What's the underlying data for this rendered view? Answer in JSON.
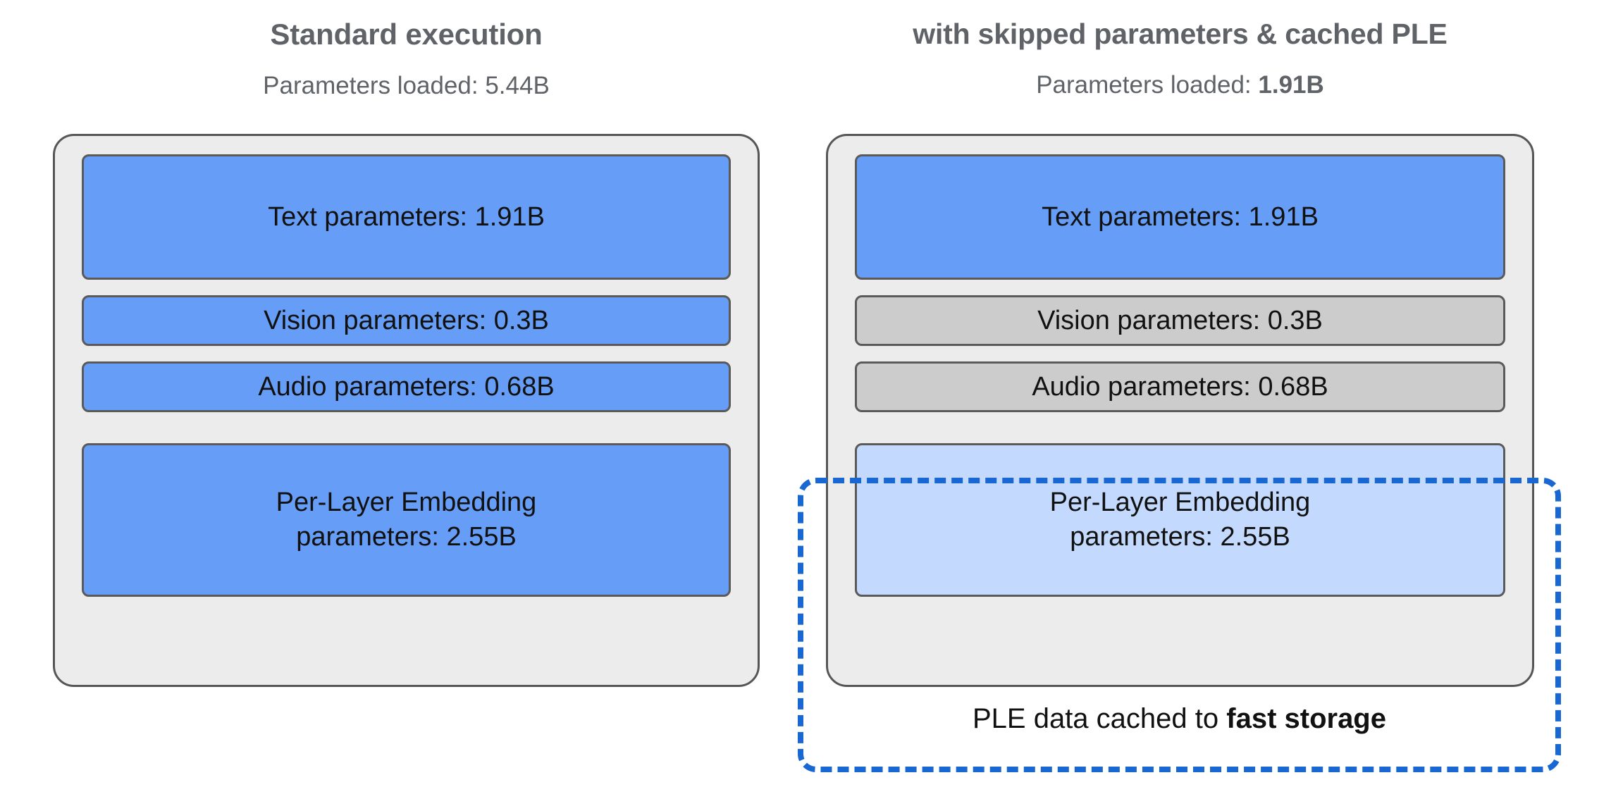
{
  "diagram": {
    "type": "comparison-diagram",
    "columns": [
      {
        "id": "standard",
        "title": "Standard execution",
        "subtitle_prefix": "Parameters loaded: ",
        "subtitle_value": "5.44B",
        "subtitle_value_bold": false,
        "blocks": [
          {
            "label": "Text parameters: 1.91B",
            "value": "1.91B",
            "state": "loaded",
            "color": "#669df6",
            "size": "large"
          },
          {
            "label": "Vision parameters: 0.3B",
            "value": "0.3B",
            "state": "loaded",
            "color": "#669df6",
            "size": "thin"
          },
          {
            "label": "Audio parameters: 0.68B",
            "value": "0.68B",
            "state": "loaded",
            "color": "#669df6",
            "size": "thin"
          },
          {
            "label_line1": "Per-Layer Embedding",
            "label_line2": "parameters: 2.55B",
            "value": "2.55B",
            "state": "loaded",
            "color": "#669df6",
            "size": "ple"
          }
        ]
      },
      {
        "id": "optimized",
        "title": "with skipped parameters & cached PLE",
        "subtitle_prefix": "Parameters loaded: ",
        "subtitle_value": "1.91B",
        "subtitle_value_bold": true,
        "blocks": [
          {
            "label": "Text parameters: 1.91B",
            "value": "1.91B",
            "state": "loaded",
            "color": "#669df6",
            "size": "large"
          },
          {
            "label": "Vision parameters: 0.3B",
            "value": "0.3B",
            "state": "skipped",
            "color": "#cccccc",
            "size": "thin"
          },
          {
            "label": "Audio parameters: 0.68B",
            "value": "0.68B",
            "state": "skipped",
            "color": "#cccccc",
            "size": "thin"
          },
          {
            "label_line1": "Per-Layer Embedding",
            "label_line2": "parameters: 2.55B",
            "value": "2.55B",
            "state": "cached",
            "color": "#c3d9fd",
            "size": "ple"
          }
        ],
        "cache_note_prefix": "PLE data cached to ",
        "cache_note_bold": "fast storage"
      }
    ],
    "colors": {
      "loaded_blue": "#669df6",
      "cached_light_blue": "#c3d9fd",
      "skipped_gray": "#cccccc",
      "panel_background": "#ececec",
      "panel_border": "#565656",
      "cache_outline_blue": "#1967d2",
      "title_gray": "#5f6368",
      "text_black": "#111111"
    }
  }
}
